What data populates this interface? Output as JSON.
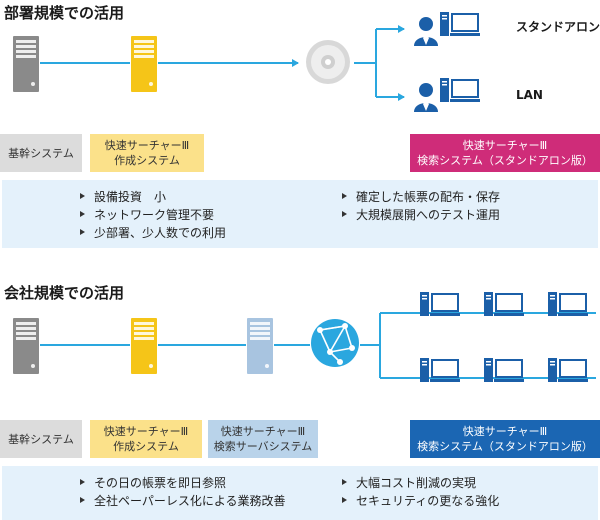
{
  "section1": {
    "title": "部署規模での活用",
    "labels": {
      "core": "基幹システム",
      "create": [
        "快速サーチャーⅢ",
        "作成システム"
      ],
      "search": [
        "快速サーチャーⅢ",
        "検索システム（スタンドアロン版）"
      ]
    },
    "endpoints": {
      "standalone": "スタンドアロン",
      "lan": "LAN"
    },
    "bullets_left": [
      "設備投資　小",
      "ネットワーク管理不要",
      "少部署、少人数での利用"
    ],
    "bullets_right": [
      "確定した帳票の配布・保存",
      "大規模展開へのテスト運用"
    ]
  },
  "section2": {
    "title": "会社規模での活用",
    "labels": {
      "core": "基幹システム",
      "create": [
        "快速サーチャーⅢ",
        "作成システム"
      ],
      "server": [
        "快速サーチャーⅢ",
        "検索サーバシステム"
      ],
      "search": [
        "快速サーチャーⅢ",
        "検索システム（スタンドアロン版）"
      ]
    },
    "bullets_left": [
      "その日の帳票を即日参照",
      "全社ペーパーレス化による業務改善"
    ],
    "bullets_right": [
      "大幅コスト削減の実現",
      "セキュリティの更なる強化"
    ]
  },
  "colors": {
    "line": "#2aa7df",
    "core_server": "#8a8a8a",
    "create_server": "#f5c518",
    "search_server": "#a8c4e0",
    "person": "#1b5fa8",
    "pink_label": "#cf2c79",
    "navy_label": "#1b66b3",
    "panel": "#e4f1fb"
  },
  "icons": [
    "server-icon",
    "cd-disc-icon",
    "person-icon",
    "pc-icon",
    "globe-network-icon"
  ]
}
